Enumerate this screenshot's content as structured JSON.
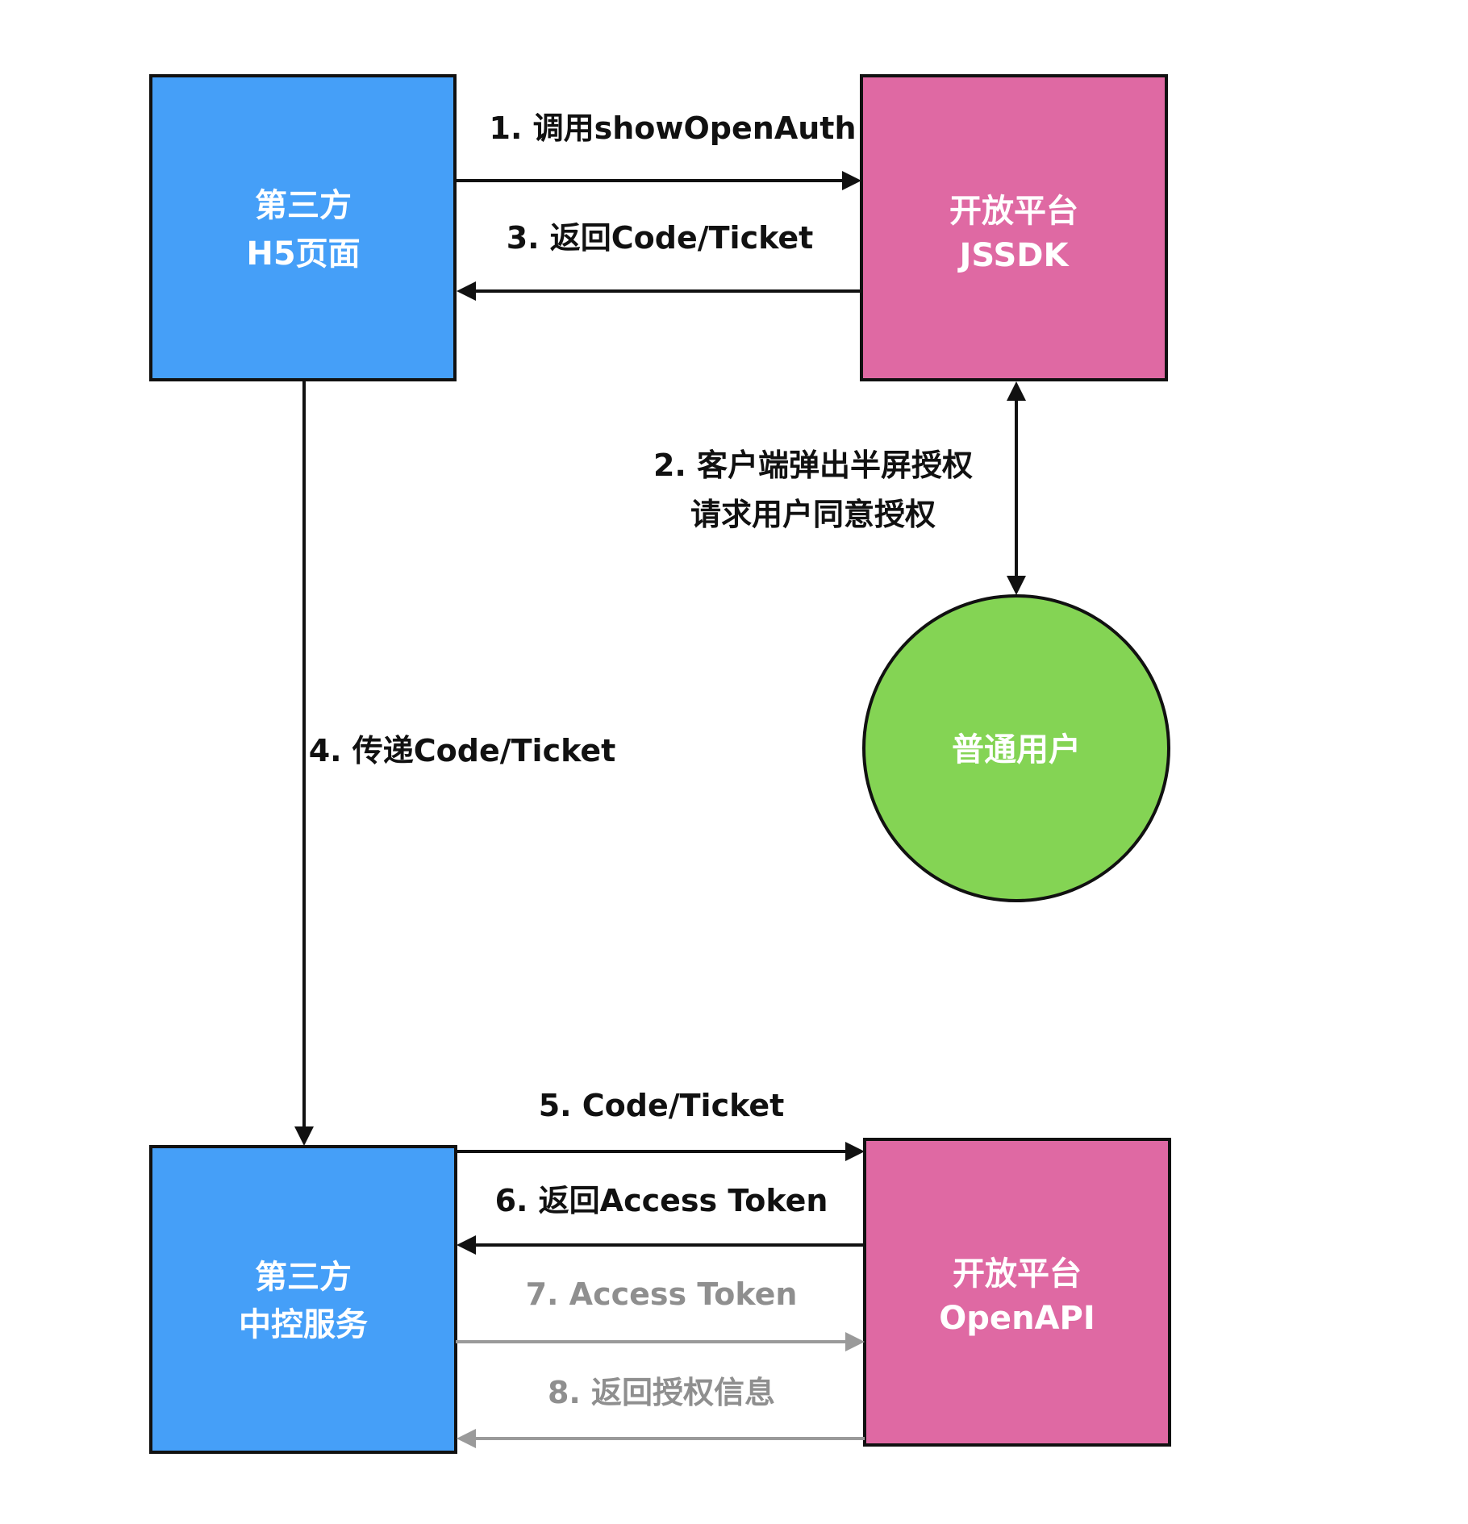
{
  "colors": {
    "third_party": "#459ff8",
    "open_platform": "#df69a3",
    "user": "#84d454",
    "border": "#111111",
    "node_text": "#ffffff",
    "muted_flow": "#9a9a9a"
  },
  "nodes": {
    "h5_page": {
      "line1": "第三方",
      "line2": "H5页面"
    },
    "jssdk": {
      "line1": "开放平台",
      "line2": "JSSDK"
    },
    "user": {
      "label": "普通用户"
    },
    "control_service": {
      "line1": "第三方",
      "line2": "中控服务"
    },
    "openapi": {
      "line1": "开放平台",
      "line2": "OpenAPI"
    }
  },
  "steps": {
    "s1": "1. 调用showOpenAuth",
    "s2_line1": "2. 客户端弹出半屏授权",
    "s2_line2": "请求用户同意授权",
    "s3": "3. 返回Code/Ticket",
    "s4": "4. 传递Code/Ticket",
    "s5": "5. Code/Ticket",
    "s6": "6. 返回Access Token",
    "s7": "7. Access Token",
    "s8": "8. 返回授权信息"
  }
}
